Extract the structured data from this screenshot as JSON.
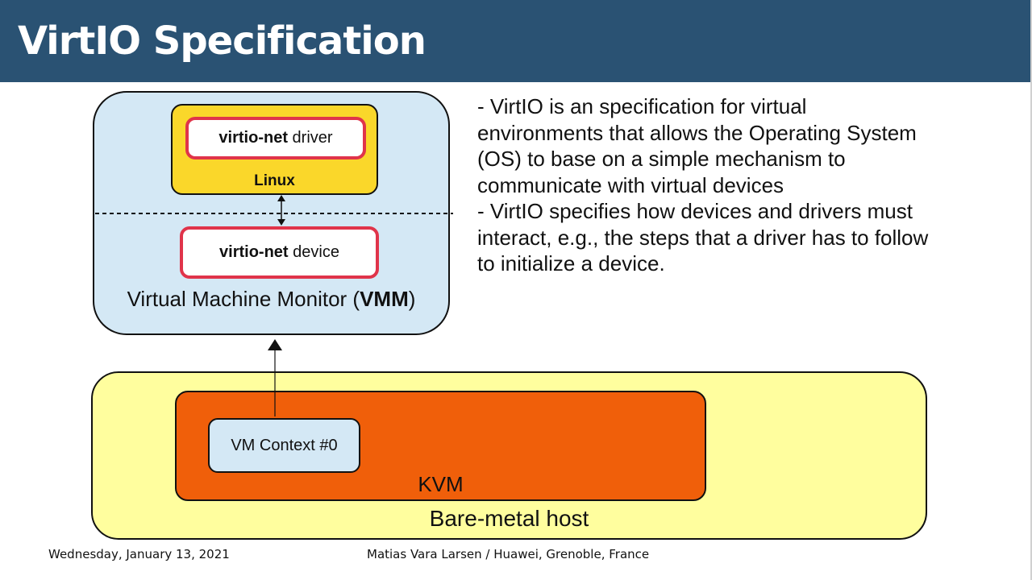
{
  "slide": {
    "title": "VirtIO Specification"
  },
  "diagram": {
    "driver_bold": "virtio-net",
    "driver_rest": " driver",
    "linux_label": "Linux",
    "device_bold": "virtio-net",
    "device_rest": " device",
    "vmm_label_pre": "Virtual Machine Monitor (",
    "vmm_label_bold": "VMM",
    "vmm_label_post": ")",
    "vm_context": "VM Context #0",
    "kvm_label": "KVM",
    "host_label": "Bare-metal host"
  },
  "bullets": [
    "- VirtIO is an specification for virtual environments that allows the Operating System (OS) to base on a simple mechanism to communicate with virtual devices",
    "- VirtIO specifies how devices and drivers must interact, e.g., the steps that a driver has to follow to initialize a device."
  ],
  "footer": {
    "date": "Wednesday, January 13, 2021",
    "author": "Matias Vara Larsen / Huawei, Grenoble, France"
  },
  "colors": {
    "title_bar": "#2a5273",
    "vmm_fill": "#d4e8f5",
    "linux_fill": "#fad72a",
    "red_border": "#e0344a",
    "host_fill": "#fffe9e",
    "kvm_fill": "#f05f0a"
  }
}
